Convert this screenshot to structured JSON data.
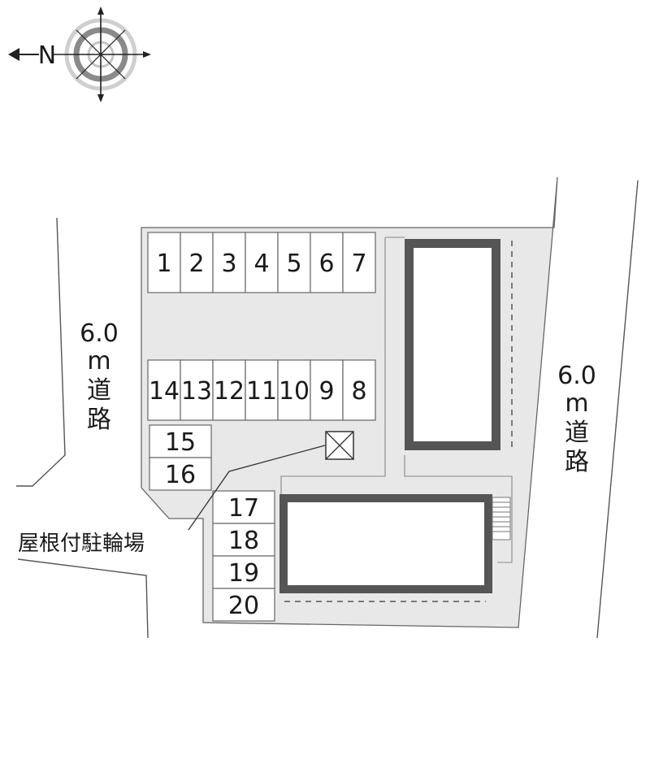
{
  "compass": {
    "north_label": "N",
    "icon": "compass-rose-icon",
    "arrow": "north-arrow-icon"
  },
  "roads": {
    "left": {
      "width_label": "6.0",
      "unit": "m",
      "char1": "道",
      "char2": "路"
    },
    "right": {
      "width_label": "6.0",
      "unit": "m",
      "char1": "道",
      "char2": "路"
    }
  },
  "parking": {
    "top_row": [
      "1",
      "2",
      "3",
      "4",
      "5",
      "6",
      "7"
    ],
    "middle_row": [
      "14",
      "13",
      "12",
      "11",
      "10",
      "9",
      "8"
    ],
    "left_pair": [
      "15",
      "16"
    ],
    "lower_column": [
      "17",
      "18",
      "19",
      "20"
    ]
  },
  "bike_parking": {
    "label": "屋根付駐輪場",
    "icon": "bicycle-parking-box-icon"
  },
  "colors": {
    "lot": "#e8e8e8",
    "building_wall": "#555555",
    "line": "#555555"
  }
}
